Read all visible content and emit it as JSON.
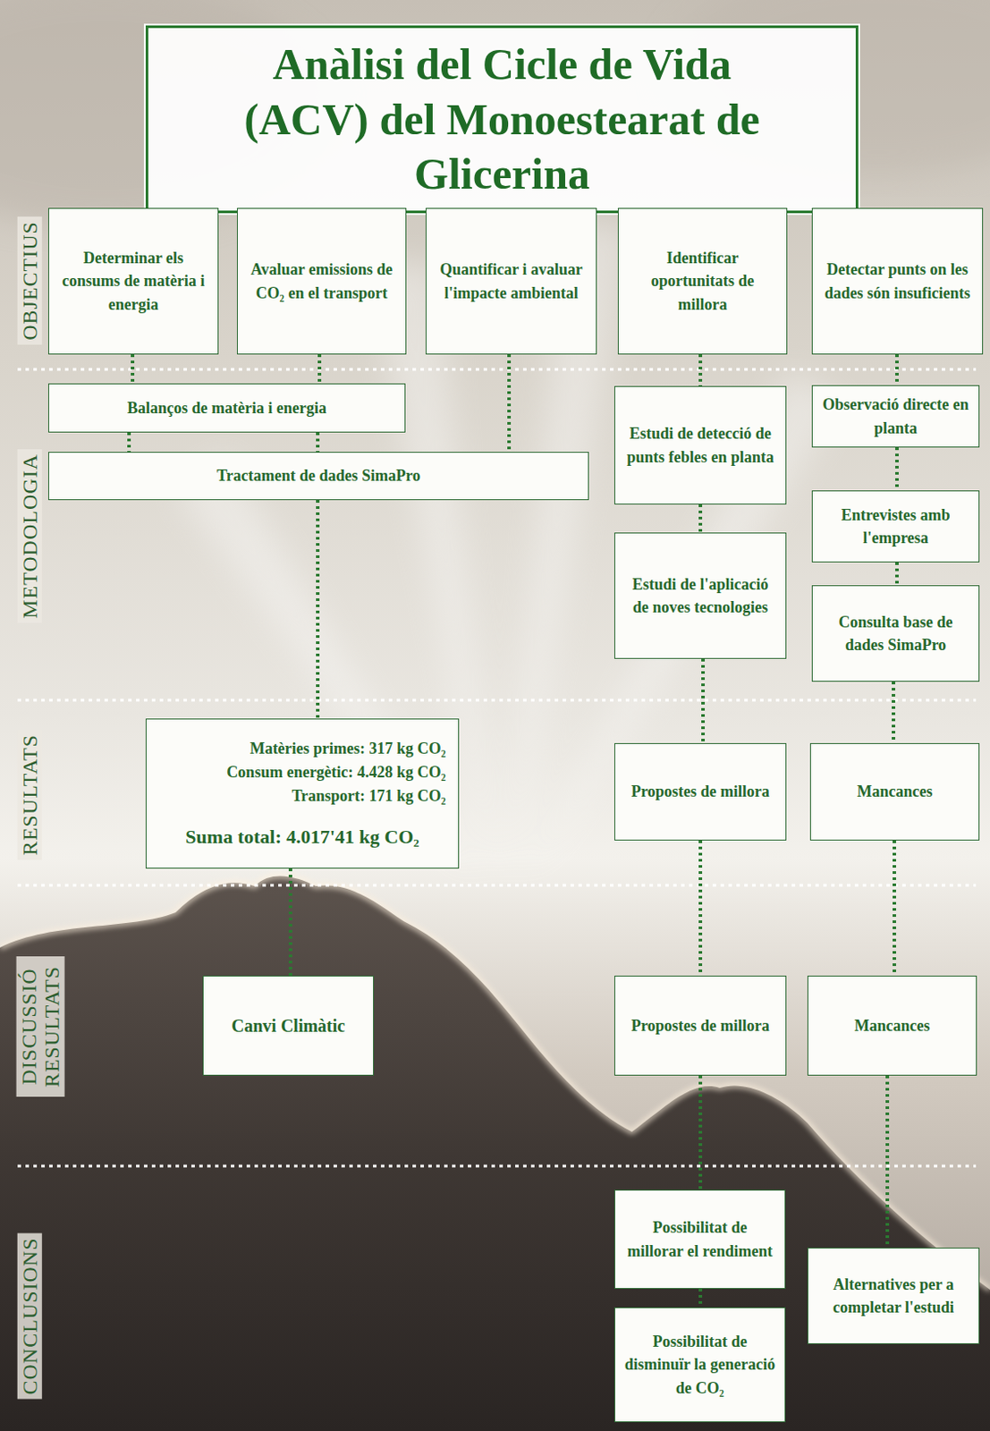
{
  "diagram": {
    "title": "Anàlisi del Cicle de Vida (ACV) del Monoestearat de Glicerina",
    "nodes": [
      {
        "text": [
          "Determinar els consums de matèria i energia"
        ]
      },
      {
        "text": [
          "Avaluar emissions de CO₂ en el transport"
        ]
      },
      {
        "text": [
          "Quantificar i avaluar l'impacte ambiental"
        ]
      },
      {
        "text": [
          "Identificar oportunitats de millora"
        ]
      },
      {
        "text": [
          "Detectar punts on les dades són insuficients"
        ]
      },
      {
        "text": [
          "Balanços de matèria i energia"
        ]
      },
      {
        "text": [
          "Estudi de detecció de punts febles en planta"
        ]
      },
      {
        "text": [
          "Observació directe en planta"
        ]
      },
      {
        "text": [
          "Tractament de dades SimaPro"
        ]
      },
      {
        "text": [
          "Entrevistes amb l'empresa"
        ]
      },
      {
        "text": [
          "Estudi de l'aplicació de noves tecnologies"
        ]
      },
      {
        "text": [
          "Consulta base de dades SimaPro"
        ]
      },
      {
        "text": [
          "Matèries primes: 317 kg CO₂",
          "Consum energètic: 4.428 kg CO₂",
          "Transport: 171 kg CO₂",
          "Suma total: 4.017'41 kg CO₂"
        ]
      },
      {
        "text": [
          "Propostes de millora"
        ]
      },
      {
        "text": [
          "Mancances"
        ]
      },
      {
        "text": [
          "Canvi Climàtic"
        ]
      },
      {
        "text": [
          "Propostes de millora"
        ]
      },
      {
        "text": [
          "Mancances"
        ]
      },
      {
        "text": [
          "Possibilitat de millorar el rendiment"
        ]
      },
      {
        "text": [
          "Alternatives per a completar l'estudi"
        ]
      },
      {
        "text": [
          "Possibilitat de disminuïr la generació de CO₂"
        ]
      }
    ],
    "edges": [
      {
        "from": 0,
        "to": 5,
        "arrow": "none"
      },
      {
        "from": 1,
        "to": 5,
        "arrow": "none"
      },
      {
        "from": 5,
        "to": 8,
        "arrow": "none"
      },
      {
        "from": 5,
        "to": 8,
        "arrow": "none"
      },
      {
        "from": 2,
        "to": 8,
        "arrow": "none"
      },
      {
        "from": 8,
        "to": 12,
        "arrow": "none"
      },
      {
        "from": 3,
        "to": 6,
        "arrow": "none"
      },
      {
        "from": 6,
        "to": 10,
        "arrow": "none"
      },
      {
        "from": 10,
        "to": 13,
        "arrow": "none"
      },
      {
        "from": 4,
        "to": 7,
        "arrow": "none"
      },
      {
        "from": 7,
        "to": 9,
        "arrow": "none"
      },
      {
        "from": 9,
        "to": 11,
        "arrow": "none"
      },
      {
        "from": 11,
        "to": 14,
        "arrow": "none"
      },
      {
        "from": 12,
        "to": 15,
        "arrow": "none"
      },
      {
        "from": 13,
        "to": 16,
        "arrow": "none"
      },
      {
        "from": 14,
        "to": 17,
        "arrow": "none"
      },
      {
        "from": 16,
        "to": 18,
        "arrow": "none"
      },
      {
        "from": 18,
        "to": 20,
        "arrow": "none"
      },
      {
        "from": 17,
        "to": 19,
        "arrow": "none"
      }
    ],
    "labels": [
      "OBJECTIUS",
      "METODOLOGIA",
      "RESULTATS",
      "DISCUSSIÓ RESULTATS",
      "CONCLUSIONS"
    ]
  }
}
